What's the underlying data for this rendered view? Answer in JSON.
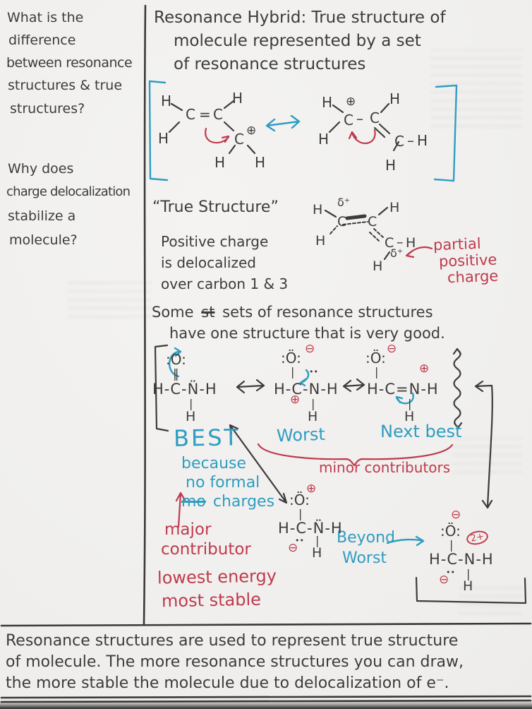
{
  "ink": {
    "black": "#3e3c3a",
    "blue": "#2f9dc1",
    "red": "#bf3a4c",
    "paper": "#f1f0ee"
  },
  "cue": {
    "q1": [
      "What is the",
      "difference",
      "between resonance",
      "structures & true",
      "structures?"
    ],
    "q2": [
      "Why does",
      "charge delocalization",
      "stabilize a",
      "molecule?"
    ]
  },
  "title": [
    "Resonance Hybrid: True structure of",
    "molecule represented by a set",
    "of resonance structures"
  ],
  "true_structure": {
    "heading": "“True Structure”",
    "body": [
      "Positive charge",
      "is delocalized",
      "over carbon 1 & 3"
    ],
    "note": [
      "partial",
      "positive",
      "charge"
    ]
  },
  "some": {
    "pre": "Some",
    "struck": "st",
    "post": "sets of resonance structures",
    "line2": "have one structure that is very good."
  },
  "labels": {
    "best": "BEST",
    "because": "because",
    "no_formal": "no formal",
    "struck": "mo",
    "charges": "charges",
    "worst": "Worst",
    "next_best": "Next best",
    "minor": "minor contributors",
    "major": [
      "major",
      "contributor"
    ],
    "energy": [
      "lowest energy",
      "most stable"
    ],
    "beyond": [
      "Beyond",
      "Worst"
    ]
  },
  "summary": [
    "Resonance structures are used to represent true structure",
    "of molecule. The more resonance structures you can draw,",
    "the more stable the molecule due to delocalization of e⁻."
  ],
  "glyphs": {
    "H": "H",
    "C": "C",
    "N": "N",
    "O_lp": ":O:",
    "O_lp3": ":Ö:",
    "pipe": "|",
    "dbl_bond_v": "‖",
    "dash": "–",
    "eq": "=",
    "plus": "⊕",
    "minus": "⊖",
    "delta_plus": "δ⁺",
    "two_plus": "2+",
    "dots": "••",
    "row_amide_lp": "H-C-N̈-H",
    "row_amide": "H-C-N-H",
    "row_amide_dbl": "H-C=N-H"
  }
}
